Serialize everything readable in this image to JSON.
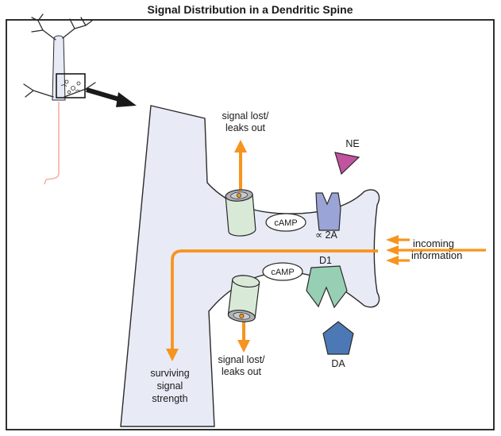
{
  "title": "Signal Distribution in a Dendritic Spine",
  "colors": {
    "orange": "#F7941E",
    "outline": "#2B2A29",
    "spine_fill": "#E8EBF6",
    "cylinder_body": "#D9E9D8",
    "cylinder_cap": "#AFB1B4",
    "cylinder_cap_inner": "#C9CBCD",
    "camp_fill": "#FFFFFF",
    "ne_fill": "#C2539F",
    "alpha2a_fill": "#9AA4D6",
    "d1_fill": "#97CFB5",
    "da_fill": "#4C79B5",
    "axon_pink": "#F5B0A6"
  },
  "labels": {
    "signal_lost_top_line1": "signal lost/",
    "signal_lost_top_line2": "leaks out",
    "signal_lost_bottom_line1": "signal lost/",
    "signal_lost_bottom_line2": "leaks out",
    "ne": "NE",
    "alpha2a": "∝ 2A",
    "camp_top": "cAMP",
    "camp_bottom": "cAMP",
    "d1": "D1",
    "da": "DA",
    "incoming_line1": "incoming",
    "incoming_line2": "information",
    "surviving_line1": "surviving",
    "surviving_line2": "signal",
    "surviving_line3": "strength"
  }
}
